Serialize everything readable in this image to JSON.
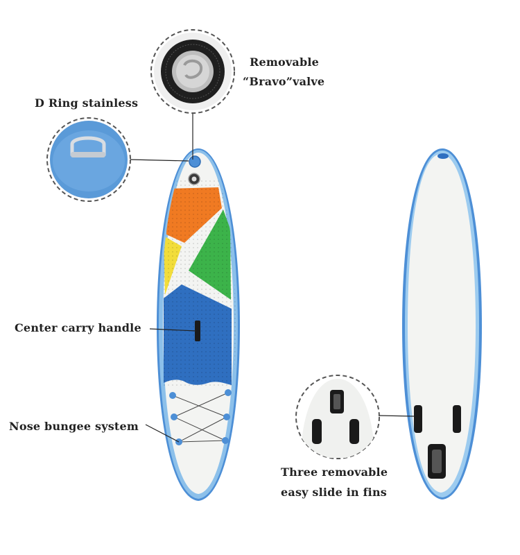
{
  "callouts": {
    "valve": {
      "line1": "Removable",
      "line2": "“Bravo”valve"
    },
    "d_ring": "D Ring stainless",
    "carry_handle": "Center carry handle",
    "bungee": "Nose bungee system",
    "fins": {
      "line1": "Three removable",
      "line2": "easy slide in fins"
    }
  },
  "colors": {
    "board_white": "#f3f4f2",
    "rail_blue": "#4d8fd6",
    "rail_blue_light": "#8cc0ea",
    "pad_orange": "#f07a22",
    "pad_yellow": "#f2dd3a",
    "pad_green": "#3cb34a",
    "pad_blue": "#2f6fc0",
    "fin_black": "#1a1a1a",
    "dashed_circle": "#555555"
  }
}
